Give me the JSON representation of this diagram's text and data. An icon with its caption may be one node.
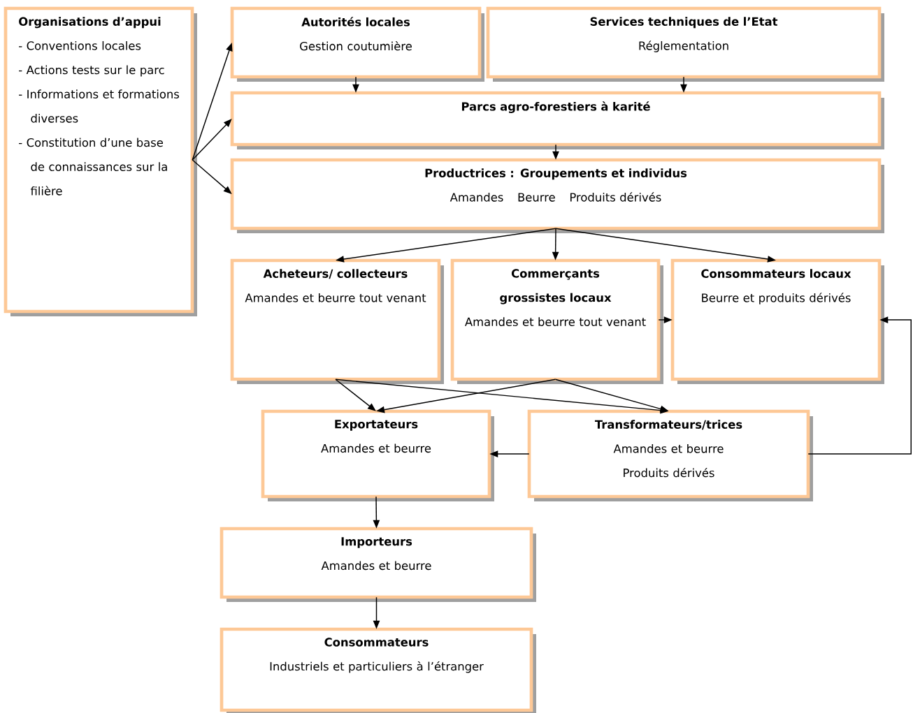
{
  "diagram": {
    "nodes": [
      {
        "text": [
          "Organisations d’appui",
          "- Conventions locales",
          "- Actions tests sur le parc",
          "- Informations et formations diverses",
          "- Constitution d’une base de connaissances sur la filière"
        ]
      },
      {
        "text": [
          "Autorités locales",
          "Gestion coutumière"
        ]
      },
      {
        "text": [
          "Services techniques de l’Etat",
          "Réglementation"
        ]
      },
      {
        "text": [
          "Parcs agro-forestiers à karité"
        ]
      },
      {
        "text": [
          "Productrices : Groupements et individus",
          "Amandes",
          "Beurre",
          "Produits dérivés"
        ]
      },
      {
        "text": [
          "Acheteurs/ collecteurs",
          "Amandes et beurre tout venant"
        ]
      },
      {
        "text": [
          "Commerçants grossistes locaux",
          "Amandes et beurre tout venant"
        ]
      },
      {
        "text": [
          "Consommateurs locaux",
          "Beurre et produits dérivés"
        ]
      },
      {
        "text": [
          "Exportateurs",
          "Amandes et beurre"
        ]
      },
      {
        "text": [
          "Transformateurs/trices",
          "Amandes et beurre",
          "Produits dérivés"
        ]
      },
      {
        "text": [
          "Importeurs",
          "Amandes et beurre"
        ]
      },
      {
        "text": [
          "Consommateurs",
          "Industriels et particuliers à l’étranger"
        ]
      }
    ],
    "edges": [
      {
        "from": 0,
        "to": 1,
        "arrow": "to"
      },
      {
        "from": 0,
        "to": 3,
        "arrow": "to"
      },
      {
        "from": 0,
        "to": 4,
        "arrow": "to"
      },
      {
        "from": 1,
        "to": 3,
        "arrow": "to"
      },
      {
        "from": 2,
        "to": 3,
        "arrow": "to"
      },
      {
        "from": 3,
        "to": 4,
        "arrow": "to"
      },
      {
        "from": 4,
        "to": 5,
        "arrow": "to"
      },
      {
        "from": 4,
        "to": 6,
        "arrow": "to"
      },
      {
        "from": 4,
        "to": 7,
        "arrow": "to"
      },
      {
        "from": 6,
        "to": 7,
        "arrow": "to"
      },
      {
        "from": 5,
        "to": 8,
        "arrow": "to"
      },
      {
        "from": 5,
        "to": 9,
        "arrow": "to"
      },
      {
        "from": 6,
        "to": 8,
        "arrow": "to"
      },
      {
        "from": 6,
        "to": 9,
        "arrow": "to"
      },
      {
        "from": 9,
        "to": 8,
        "arrow": "to"
      },
      {
        "from": 9,
        "to": 7,
        "arrow": "to"
      },
      {
        "from": 8,
        "to": 10,
        "arrow": "to"
      },
      {
        "from": 10,
        "to": 11,
        "arrow": "to"
      }
    ]
  }
}
